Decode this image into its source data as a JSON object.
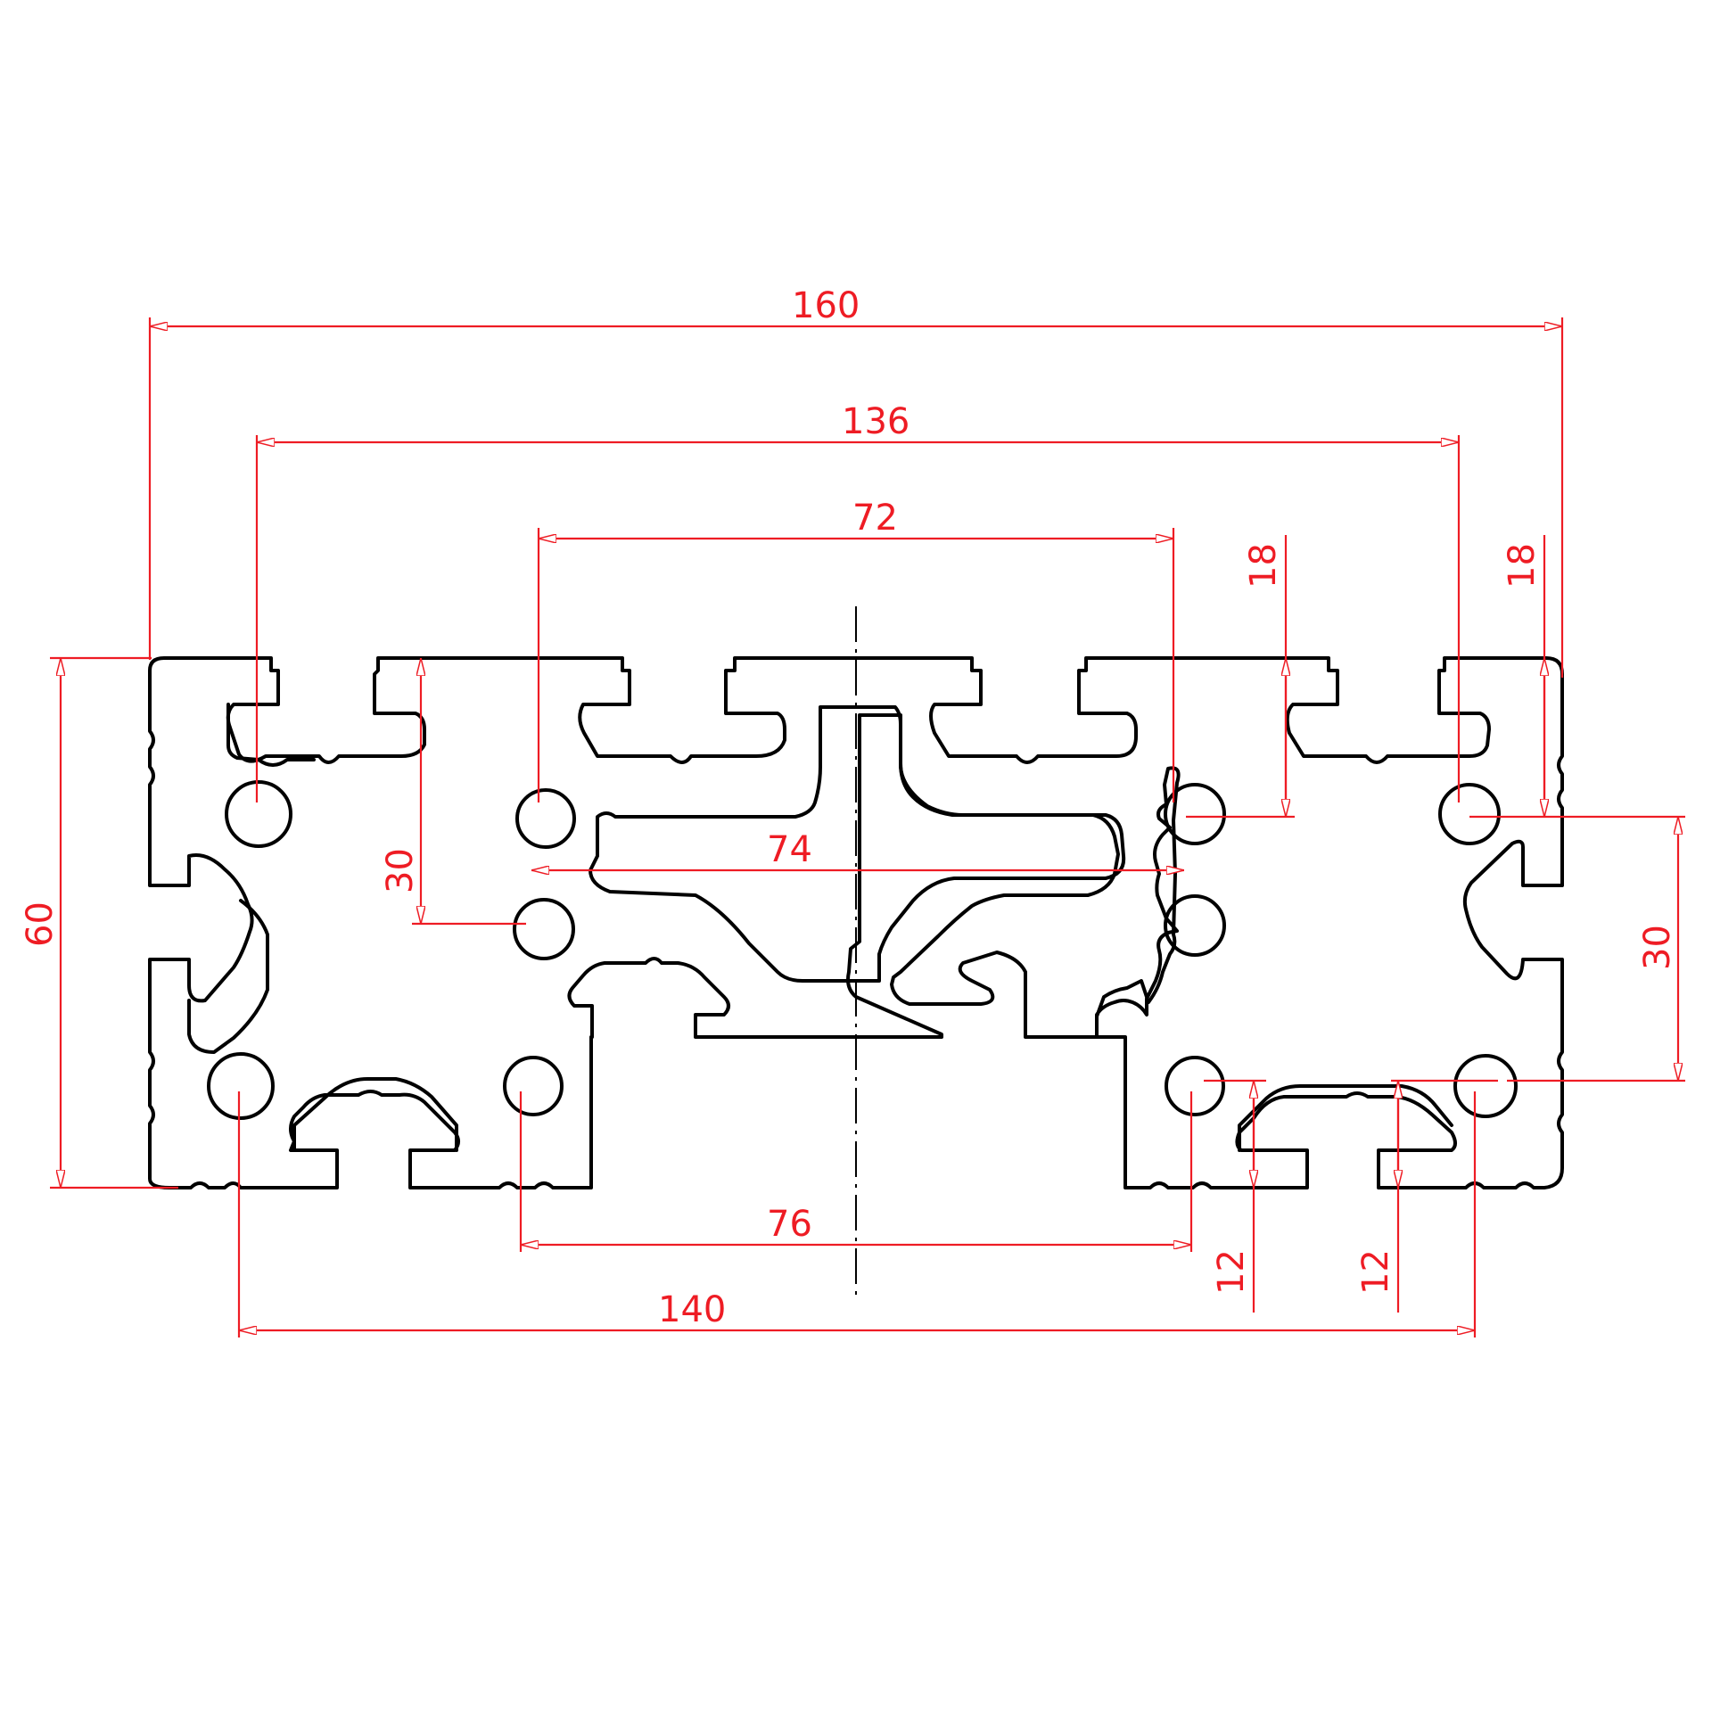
{
  "drawing": {
    "line_color": "#000000",
    "dimension_color": "#ee1c24",
    "background": "#ffffff"
  },
  "dimensions": {
    "overall_width": "160",
    "outer_slot_spacing": "136",
    "inner_top_spacing": "72",
    "center_channel_width": "74",
    "inner_bottom_spacing": "76",
    "bottom_outer_spacing": "140",
    "overall_height": "60",
    "left_height": "30",
    "right_height": "30",
    "top_offset_left": "18",
    "top_offset_right": "18",
    "bottom_offset_left": "12",
    "bottom_offset_right": "12"
  }
}
